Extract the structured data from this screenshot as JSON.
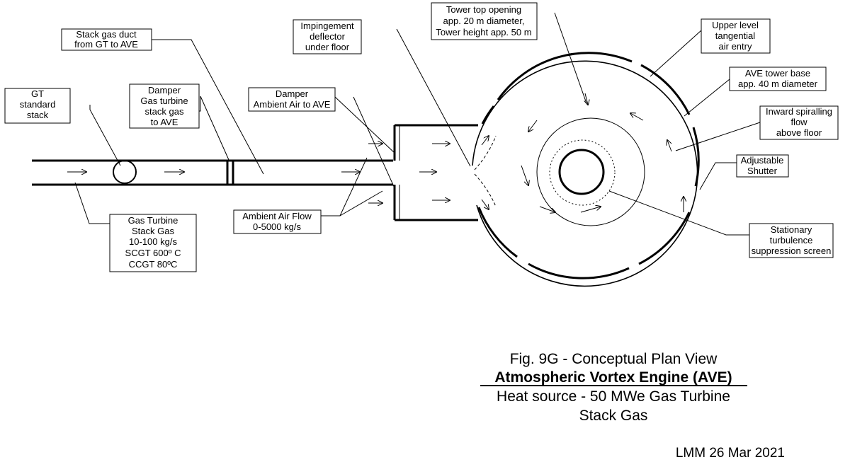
{
  "labels": {
    "stack_gas_duct": [
      "Stack gas duct",
      "from GT to AVE"
    ],
    "gt_stack": [
      "GT",
      "standard",
      "stack"
    ],
    "damper_gt": [
      "Damper",
      "Gas turbine",
      "stack gas",
      "to AVE"
    ],
    "damper_ambient": [
      "Damper",
      "Ambient Air to AVE"
    ],
    "impingement": [
      "Impingement",
      "deflector",
      "under floor"
    ],
    "tower_top": [
      "Tower top opening",
      "app. 20 m diameter,",
      "Tower height app. 50 m"
    ],
    "upper_level": [
      "Upper level",
      "tangential",
      "air entry"
    ],
    "tower_base": [
      "AVE tower base",
      "app. 40 m diameter"
    ],
    "inward_flow": [
      "Inward spiralling",
      "flow",
      "above floor"
    ],
    "shutter": [
      "Adjustable",
      "Shutter"
    ],
    "turbulence_screen": [
      "Stationary",
      "turbulence",
      "suppression screen"
    ],
    "ambient_air_flow": [
      "Ambient Air Flow",
      "0-5000 kg/s"
    ],
    "gas_turbine": [
      "Gas Turbine",
      "Stack Gas",
      "10-100 kg/s",
      "SCGT 600º C",
      "CCGT 80ºC"
    ]
  },
  "caption": {
    "line1": "Fig. 9G - Conceptual Plan View",
    "line2": "Atmospheric Vortex Engine (AVE)",
    "line3": "Heat source - 50 MWe Gas Turbine",
    "line4": "Stack Gas"
  },
  "author_date": "LMM 26 Mar 2021"
}
